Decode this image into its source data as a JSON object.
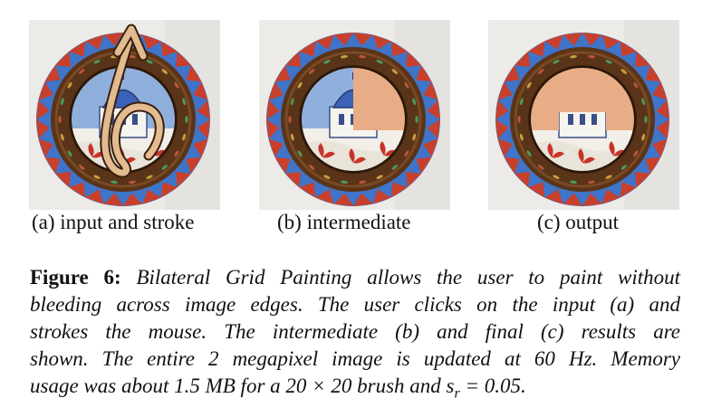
{
  "panels": [
    {
      "label": "(a) input and stroke",
      "variant": "input"
    },
    {
      "label": "(b) intermediate",
      "variant": "intermediate"
    },
    {
      "label": "(c) output",
      "variant": "output"
    }
  ],
  "caption": {
    "figure_label": "Figure 6:",
    "line1": "Bilateral Grid Painting allows the user to paint without",
    "line2": "bleeding across image edges. The user clicks on the input (a) and",
    "line3": "strokes the mouse.  The intermediate (b) and final (c) results are",
    "line4": "shown. The entire 2 megapixel image is updated at 60 Hz. Memory",
    "line5_a": "usage was about 1.5 MB for a 20 × 20 brush and s",
    "line5_sub": "r",
    "line5_b": " = 0.05."
  },
  "colors": {
    "rim_blue": "#3f74c8",
    "rim_red": "#c8402c",
    "wood": "#5a3418",
    "scene_blue": "#8fb0dc",
    "painted": "#e8ac86",
    "stroke": "#e2bb90"
  }
}
